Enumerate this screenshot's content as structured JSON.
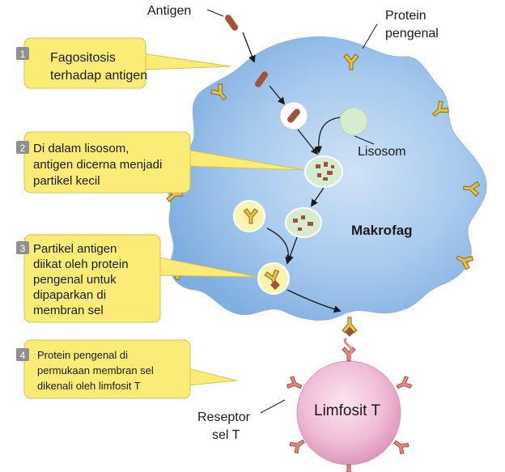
{
  "labels": {
    "antigen": "Antigen",
    "protein_pengenal_line1": "Protein",
    "protein_pengenal_line2": "pengenal",
    "lisosom": "Lisosom",
    "makrofag": "Makrofag",
    "limfosit_t": "Limfosit T",
    "reseptor_line1": "Reseptor",
    "reseptor_line2": "sel T"
  },
  "steps": [
    {
      "number": "1",
      "lines": [
        "Fagositosis",
        "terhadap antigen"
      ]
    },
    {
      "number": "2",
      "lines": [
        "Di dalam lisosom,",
        "antigen dicerna menjadi",
        "partikel kecil"
      ]
    },
    {
      "number": "3",
      "lines": [
        "Partikel antigen",
        "diikat oleh protein",
        "pengenal untuk",
        "dipaparkan di",
        "membran sel"
      ]
    },
    {
      "number": "4",
      "lines": [
        "Protein pengenal di",
        "permukaan membran sel",
        "dikenali oleh limfosit T"
      ]
    }
  ],
  "colors": {
    "macrophage": "#9cc3ec",
    "callout": "#fbec78",
    "lymphocyte": "#efb8d4",
    "antigen": "#a0533a",
    "receptor_protein": "#e6c24d",
    "lysosome": "#d6ecd0"
  }
}
